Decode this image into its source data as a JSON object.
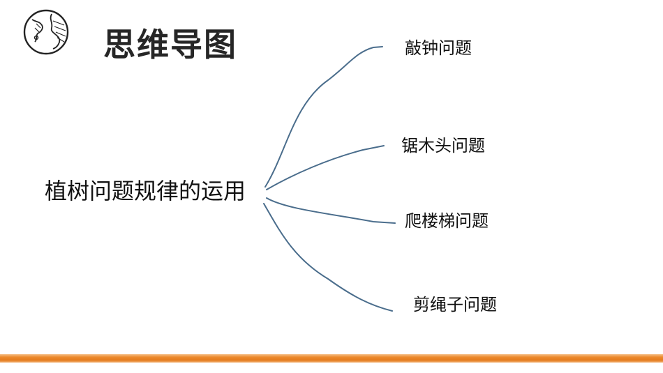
{
  "header": {
    "title": "思维导图",
    "icon": "globe-icon"
  },
  "mindmap": {
    "center": "植树问题规律的运用",
    "branches": [
      {
        "label": "敲钟问题"
      },
      {
        "label": "锯木头问题"
      },
      {
        "label": "爬楼梯问题"
      },
      {
        "label": "剪绳子问题"
      }
    ],
    "line_color": "#4a6d8c"
  },
  "footer": {
    "accent_color": "#e47a1c"
  }
}
